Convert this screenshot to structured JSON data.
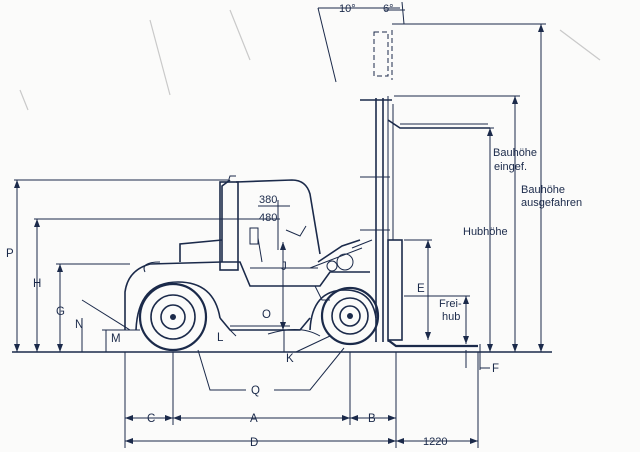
{
  "dims": {
    "angle_back": "10°",
    "angle_fwd": "6°",
    "A": "A",
    "B": "B",
    "C": "C",
    "D": "D",
    "E": "E",
    "F": "F",
    "G": "G",
    "H": "H",
    "J": "J",
    "K": "K",
    "L": "L",
    "M": "M",
    "N": "N",
    "O": "O",
    "P": "P",
    "Q": "Q",
    "d380": "380",
    "d480": "480",
    "d1220": "1220"
  },
  "labels": {
    "bauhoehe_eingef_1": "Bauhöhe",
    "bauhoehe_eingef_2": "eingef.",
    "bauhoehe_ausg_1": "Bauhöhe",
    "bauhoehe_ausg_2": "ausgefahren",
    "hubhoehe": "Hubhöhe",
    "freihub_1": "Frei-",
    "freihub_2": "hub"
  }
}
